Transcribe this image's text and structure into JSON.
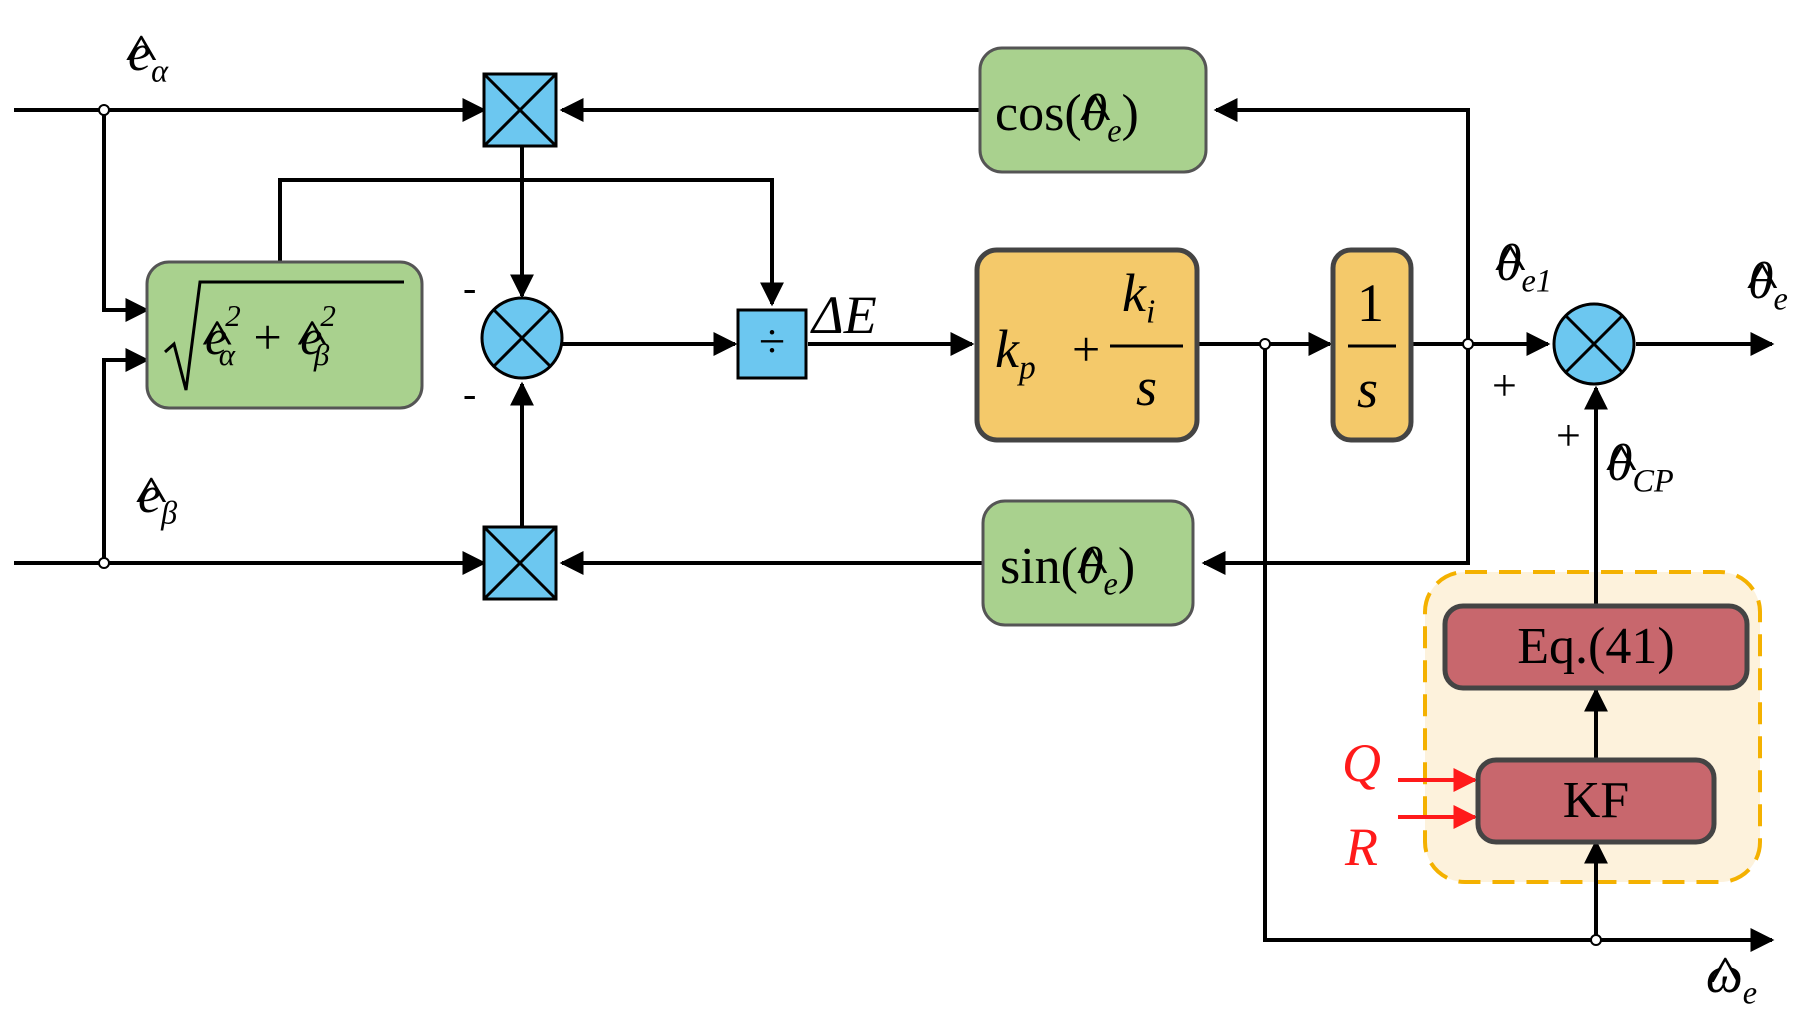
{
  "colors": {
    "green_box": "#a9d18e",
    "orange_box": "#f4c96a",
    "blue_mult": "#6cc7f0",
    "red_box": "#c8676d",
    "dashed_region_fill": "#fdf2dc",
    "dashed_region_border": "#f4b100",
    "red_arrow": "#ff1a1a"
  },
  "labels": {
    "e_alpha": "α",
    "e_beta": "β",
    "delta_e": "ΔE",
    "theta_e1_sub": "e1",
    "theta_e_out_sub": "e",
    "theta_cp_sub": "CP",
    "omega_e_sub": "e",
    "minus_top": "-",
    "minus_bottom": "-",
    "plus_left": "+",
    "plus_bottom": "+",
    "q": "Q",
    "r": "R"
  },
  "blocks": {
    "cos": {
      "func": "cos(",
      "var": "θ",
      "sub": "e",
      "close": ")"
    },
    "sin": {
      "func": "sin(",
      "var": "θ",
      "sub": "e",
      "close": ")"
    },
    "sqrt": {
      "a": "e",
      "a_sub": "α",
      "a_sup": "2",
      "plus": "+",
      "b": "e",
      "b_sub": "β",
      "b_sup": "2"
    },
    "pi": {
      "kp": "k",
      "kp_sub": "p",
      "plus": "+",
      "ki": "k",
      "ki_sub": "i",
      "den": "s"
    },
    "integrator": {
      "num": "1",
      "den": "s"
    },
    "divide": {
      "symbol": "÷"
    },
    "eq41": {
      "label": "Eq.(41)"
    },
    "kf": {
      "label": "KF"
    }
  }
}
